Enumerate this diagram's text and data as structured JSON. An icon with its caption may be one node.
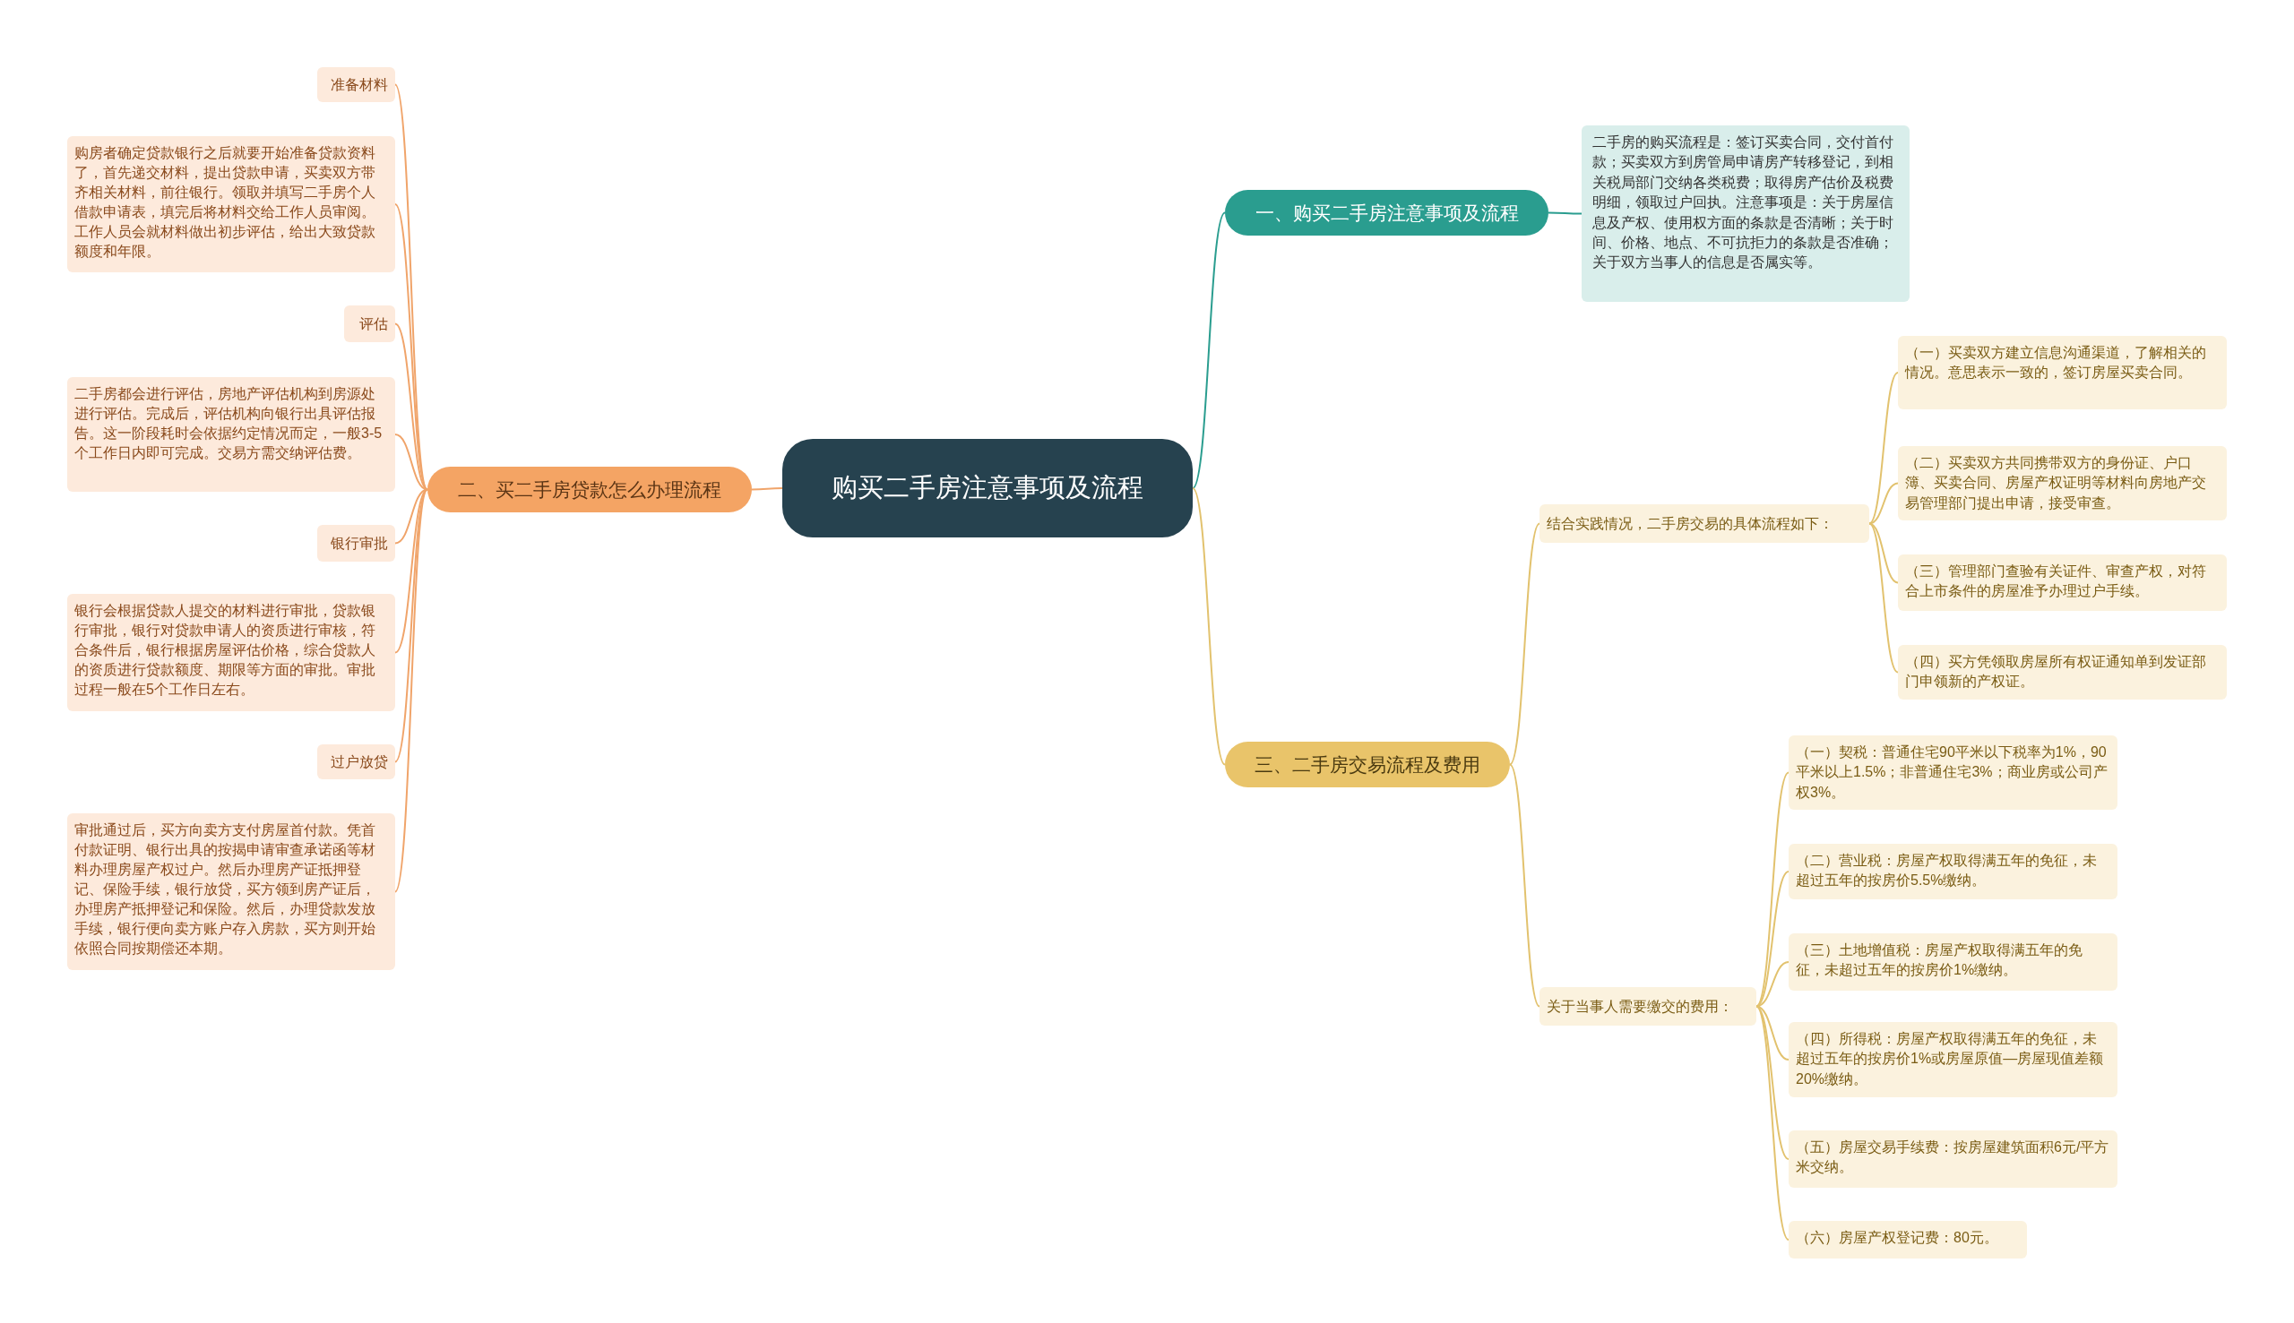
{
  "diagram": {
    "nodes": [
      {
        "text": [
          "购买二手房注意事项及流程"
        ]
      },
      {
        "text": [
          "一、购买二手房注意事项及流程"
        ]
      },
      {
        "text": [
          "二手房的购买流程是：签订买卖合同，交付首付款；买卖双方到房管局申请房产转移登记，到相关税局部门交纳各类税费；取得房产估价及税费明细，领取过户回执。注意事项是：关于房屋信息及产权、使用权方面的条款是否清晰；关于时间、价格、地点、不可抗拒力的条款是否准确；关于双方当事人的信息是否属实等。"
        ]
      },
      {
        "text": [
          "二、买二手房贷款怎么办理流程"
        ]
      },
      {
        "text": [
          "准备材料"
        ]
      },
      {
        "text": [
          "购房者确定贷款银行之后就要开始准备贷款资料了，首先递交材料，提出贷款申请，买卖双方带齐相关材料，前往银行。领取并填写二手房个人借款申请表，填完后将材料交给工作人员审阅。工作人员会就材料做出初步评估，给出大致贷款额度和年限。"
        ]
      },
      {
        "text": [
          "评估"
        ]
      },
      {
        "text": [
          "二手房都会进行评估，房地产评估机构到房源处进行评估。完成后，评估机构向银行出具评估报告。这一阶段耗时会依据约定情况而定，一般3-5个工作日内即可完成。交易方需交纳评估费。"
        ]
      },
      {
        "text": [
          "银行审批"
        ]
      },
      {
        "text": [
          "银行会根据贷款人提交的材料进行审批，贷款银行审批，银行对贷款申请人的资质进行审核，符合条件后，银行根据房屋评估价格，综合贷款人的资质进行贷款额度、期限等方面的审批。审批过程一般在5个工作日左右。"
        ]
      },
      {
        "text": [
          "过户放贷"
        ]
      },
      {
        "text": [
          "审批通过后，买方向卖方支付房屋首付款。凭首付款证明、银行出具的按揭申请审查承诺函等材料办理房屋产权过户。然后办理房产证抵押登记、保险手续，银行放贷，买方领到房产证后，办理房产抵押登记和保险。然后，办理贷款发放手续，银行便向卖方账户存入房款，买方则开始依照合同按期偿还本期。"
        ]
      },
      {
        "text": [
          "三、二手房交易流程及费用"
        ]
      },
      {
        "text": [
          "结合实践情况，二手房交易的具体流程如下："
        ]
      },
      {
        "text": [
          "（一）买卖双方建立信息沟通渠道，了解相关的情况。意思表示一致的，签订房屋买卖合同。"
        ]
      },
      {
        "text": [
          "（二）买卖双方共同携带双方的身份证、户口簿、买卖合同、房屋产权证明等材料向房地产交易管理部门提出申请，接受审查。"
        ]
      },
      {
        "text": [
          "（三）管理部门查验有关证件、审查产权，对符合上市条件的房屋准予办理过户手续。"
        ]
      },
      {
        "text": [
          "（四）买方凭领取房屋所有权证通知单到发证部门申领新的产权证。"
        ]
      },
      {
        "text": [
          "关于当事人需要缴交的费用："
        ]
      },
      {
        "text": [
          "（一）契税：普通住宅90平米以下税率为1%，90平米以上1.5%；非普通住宅3%；商业房或公司产权3%。"
        ]
      },
      {
        "text": [
          "（二）营业税：房屋产权取得满五年的免征，未超过五年的按房价5.5%缴纳。"
        ]
      },
      {
        "text": [
          "（三）土地增值税：房屋产权取得满五年的免征，未超过五年的按房价1%缴纳。"
        ]
      },
      {
        "text": [
          "（四）所得税：房屋产权取得满五年的免征，未超过五年的按房价1%或房屋原值—房屋现值差额20%缴纳。"
        ]
      },
      {
        "text": [
          "（五）房屋交易手续费：按房屋建筑面积6元/平方米交纳。"
        ]
      },
      {
        "text": [
          "（六）房屋产权登记费：80元。"
        ]
      }
    ],
    "edges": [
      {
        "from": 0,
        "to": 1,
        "arrow": "none",
        "color": "#2a9d8f"
      },
      {
        "from": 1,
        "to": 2,
        "arrow": "none",
        "color": "#2a9d8f"
      },
      {
        "from": 0,
        "to": 3,
        "arrow": "none",
        "color": "#f0a46a"
      },
      {
        "from": 3,
        "to": 4,
        "arrow": "none",
        "color": "#f0a46a"
      },
      {
        "from": 3,
        "to": 5,
        "arrow": "none",
        "color": "#f0a46a"
      },
      {
        "from": 3,
        "to": 6,
        "arrow": "none",
        "color": "#f0a46a"
      },
      {
        "from": 3,
        "to": 7,
        "arrow": "none",
        "color": "#f0a46a"
      },
      {
        "from": 3,
        "to": 8,
        "arrow": "none",
        "color": "#f0a46a"
      },
      {
        "from": 3,
        "to": 9,
        "arrow": "none",
        "color": "#f0a46a"
      },
      {
        "from": 3,
        "to": 10,
        "arrow": "none",
        "color": "#f0a46a"
      },
      {
        "from": 3,
        "to": 11,
        "arrow": "none",
        "color": "#f0a46a"
      },
      {
        "from": 0,
        "to": 12,
        "arrow": "none"
      },
      {
        "from": 12,
        "to": 13,
        "arrow": "none"
      },
      {
        "from": 13,
        "to": 14,
        "arrow": "none"
      },
      {
        "from": 13,
        "to": 15,
        "arrow": "none"
      },
      {
        "from": 13,
        "to": 16,
        "arrow": "none"
      },
      {
        "from": 13,
        "to": 17,
        "arrow": "none"
      },
      {
        "from": 12,
        "to": 18,
        "arrow": "none"
      },
      {
        "from": 18,
        "to": 19,
        "arrow": "none"
      },
      {
        "from": 18,
        "to": 20,
        "arrow": "none"
      },
      {
        "from": 18,
        "to": 21,
        "arrow": "none"
      },
      {
        "from": 18,
        "to": 22,
        "arrow": "none"
      },
      {
        "from": 18,
        "to": 23,
        "arrow": "none"
      },
      {
        "from": 18,
        "to": 24,
        "arrow": "none"
      }
    ]
  }
}
